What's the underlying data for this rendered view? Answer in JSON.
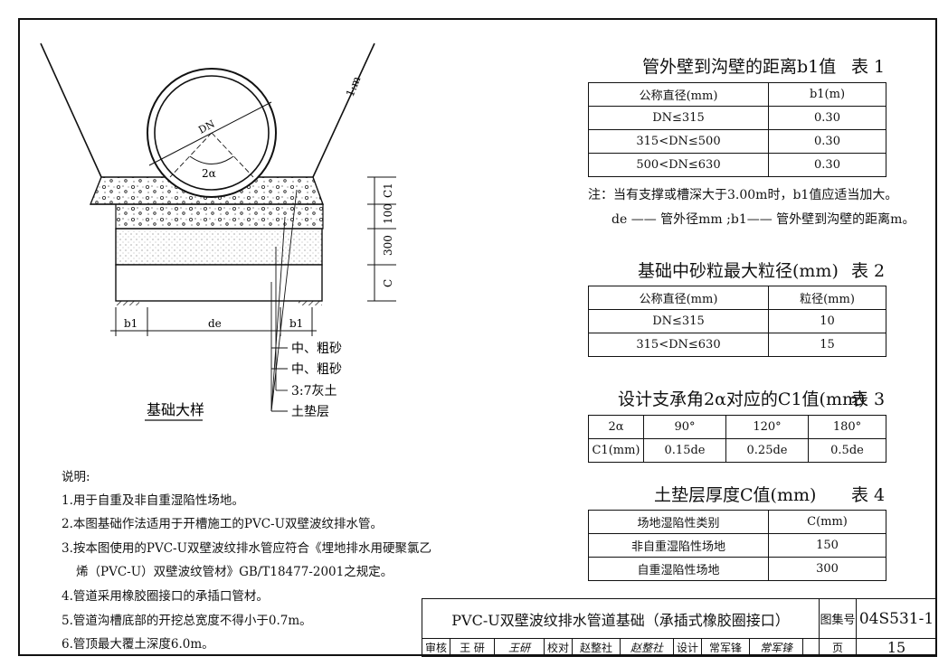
{
  "drawing": {
    "dn_label": "DN",
    "angle_label": "2α",
    "slope_label": "1:m",
    "dim_c1": "C1",
    "dim_100": "100",
    "dim_300": "300",
    "dim_c": "C",
    "dim_b1_left": "b1",
    "dim_de": "de",
    "dim_b1_right": "b1",
    "leaders": [
      "中、粗砂",
      "中、粗砂",
      "3:7灰土",
      "土垫层"
    ],
    "caption": "基础大样"
  },
  "table1": {
    "title": "管外壁到沟壁的距离b1值",
    "no": "表 1",
    "headers": [
      "公称直径(mm)",
      "b1(m)"
    ],
    "rows": [
      [
        "DN≤315",
        "0.30"
      ],
      [
        "315<DN≤500",
        "0.30"
      ],
      [
        "500<DN≤630",
        "0.30"
      ]
    ],
    "note1": "注：当有支撑或槽深大于3.00m时，b1值应适当加大。",
    "note2": "de —— 管外径mm ;b1—— 管外壁到沟壁的距离m。"
  },
  "table2": {
    "title": "基础中砂粒最大粒径(mm)",
    "no": "表 2",
    "headers": [
      "公称直径(mm)",
      "粒径(mm)"
    ],
    "rows": [
      [
        "DN≤315",
        "10"
      ],
      [
        "315<DN≤630",
        "15"
      ]
    ]
  },
  "table3": {
    "title": "设计支承角2α对应的C1值(mm)",
    "no": "表 3",
    "row1": [
      "2α",
      "90°",
      "120°",
      "180°"
    ],
    "row2": [
      "C1(mm)",
      "0.15de",
      "0.25de",
      "0.5de"
    ]
  },
  "table4": {
    "title": "土垫层厚度C值(mm)",
    "no": "表 4",
    "headers": [
      "场地湿陷性类别",
      "C(mm)"
    ],
    "rows": [
      [
        "非自重湿陷性场地",
        "150"
      ],
      [
        "自重湿陷性场地",
        "300"
      ]
    ]
  },
  "notes": {
    "heading": "说明:",
    "items": [
      "1.用于自重及非自重湿陷性场地。",
      "2.本图基础作法适用于开槽施工的PVC-U双壁波纹排水管。",
      "3.按本图使用的PVC-U双壁波纹排水管应符合《埋地排水用硬聚氯乙",
      "烯（PVC-U）双壁波纹管材》GB/T18477-2001之规定。",
      "4.管道采用橡胶圈接口的承插口管材。",
      "5.管道沟槽底部的开挖总宽度不得小于0.7m。",
      "6.管顶最大覆土深度6.0m。"
    ]
  },
  "titleblock": {
    "title": "PVC-U双壁波纹排水管道基础（承插式橡胶圈接口）",
    "atlas_label": "图集号",
    "atlas_no": "04S531-1",
    "review_label": "审核",
    "review_name": "王 研",
    "review_sign": "王研",
    "check_label": "校对",
    "check_name": "赵整社",
    "check_sign": "赵整社",
    "design_label": "设计",
    "design_name": "常军锋",
    "design_sign": "常军锋",
    "page_label": "页",
    "page_no": "15"
  }
}
